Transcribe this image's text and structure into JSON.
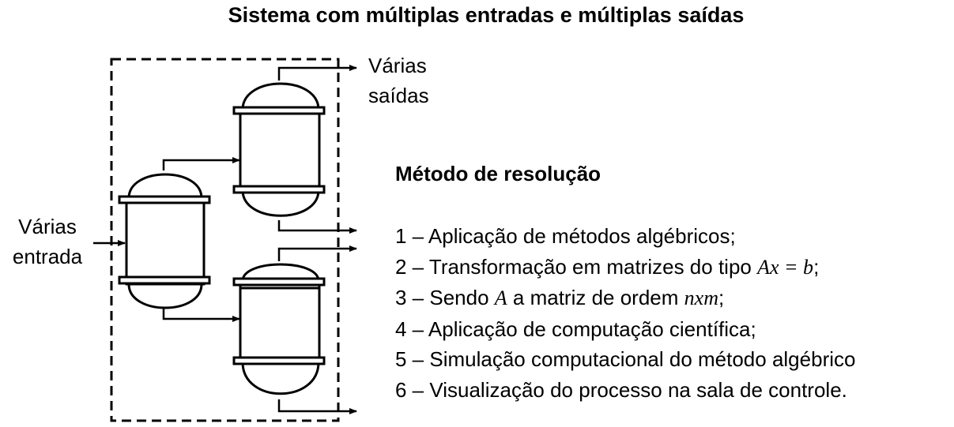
{
  "title": "Sistema com múltiplas entradas e múltiplas saídas",
  "labels": {
    "inputs_line1": "Várias",
    "inputs_line2": "entrada",
    "outputs_line1": "Várias",
    "outputs_line2": "saídas"
  },
  "method": {
    "heading": "Método de resolução",
    "steps": [
      {
        "text": "1 –  Aplicação de métodos algébricos;"
      },
      {
        "before": "2 – Transformação em matrizes do tipo ",
        "math": "Ax = b",
        "after": ";"
      },
      {
        "before": "3 – Sendo ",
        "math": "A",
        "middle": " a matriz de ordem ",
        "math2": "nxm",
        "after": ";"
      },
      {
        "text": "4 – Aplicação de computação científica;"
      },
      {
        "text": "5 – Simulação computacional do método  algébrico"
      },
      {
        "text": "6 – Visualização do processo na sala de controle."
      }
    ]
  },
  "colors": {
    "stroke": "#000000",
    "background": "#ffffff"
  }
}
